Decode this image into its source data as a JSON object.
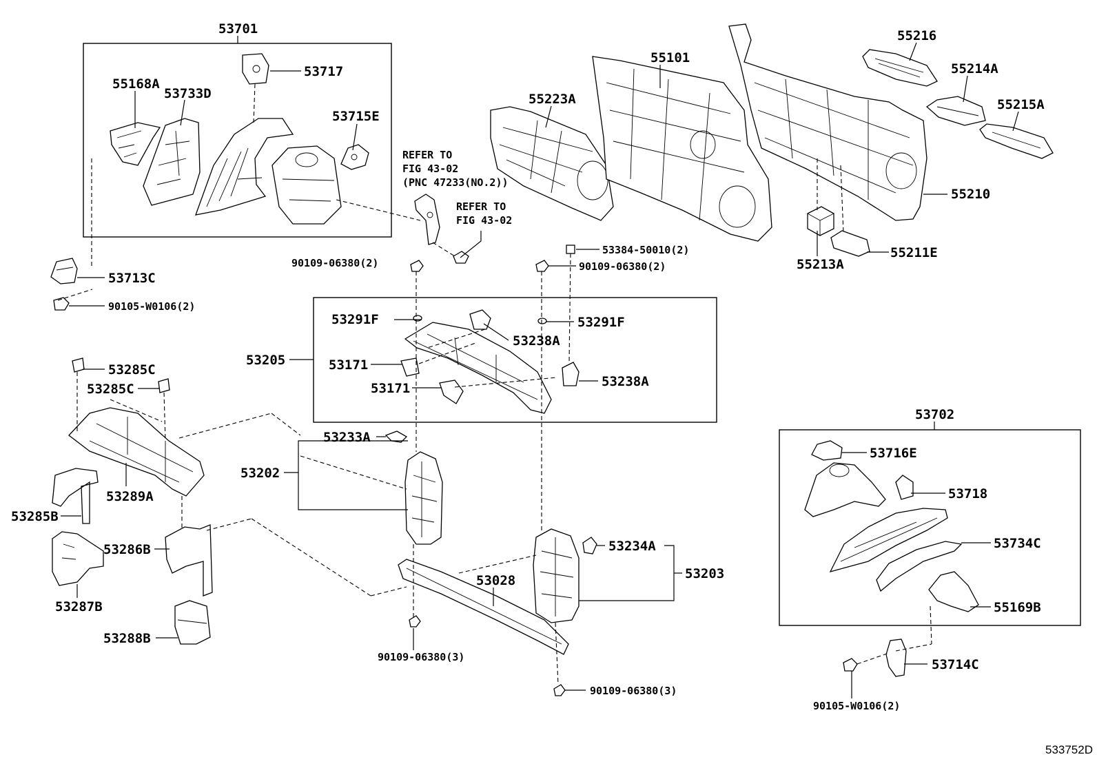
{
  "labels": {
    "p53701": "53701",
    "p55168a": "55168A",
    "p53733d": "53733D",
    "p53717": "53717",
    "p53715e": "53715E",
    "p53713c": "53713C",
    "p90105_w0106_left": "90105-W0106(2)",
    "p55101": "55101",
    "p55223a": "55223A",
    "p55216": "55216",
    "p55214a": "55214A",
    "p55215a": "55215A",
    "p55210": "55210",
    "p55213a": "55213A",
    "p55211e": "55211E",
    "p53384": "53384-50010(2)",
    "p90109_top_left": "90109-06380(2)",
    "p90109_top_right": "90109-06380(2)",
    "p53291f_left": "53291F",
    "p53291f_right": "53291F",
    "p53238a_top": "53238A",
    "p53238a_bottom": "53238A",
    "p53205": "53205",
    "p53171_top": "53171",
    "p53171_bottom": "53171",
    "p53285c_top": "53285C",
    "p53285c_mid": "53285C",
    "p53233a": "53233A",
    "p53202": "53202",
    "p53289a": "53289A",
    "p53285b": "53285B",
    "p53286b": "53286B",
    "p53287b": "53287B",
    "p53288b": "53288B",
    "p53028": "53028",
    "p53234a": "53234A",
    "p53203": "53203",
    "p90109_bottom_left": "90109-06380(3)",
    "p90109_bottom_right": "90109-06380(3)",
    "p53702": "53702",
    "p53716e": "53716E",
    "p53718": "53718",
    "p53734c": "53734C",
    "p55169b": "55169B",
    "p53714c": "53714C",
    "p90105_w0106_right": "90105-W0106(2)"
  },
  "notes": {
    "refer1_line1": "REFER TO",
    "refer1_line2": "FIG 43-02",
    "refer1_line3": "(PNC 47233(NO.2))",
    "refer2_line1": "REFER TO",
    "refer2_line2": "FIG 43-02"
  },
  "drawing_id": "533752D"
}
